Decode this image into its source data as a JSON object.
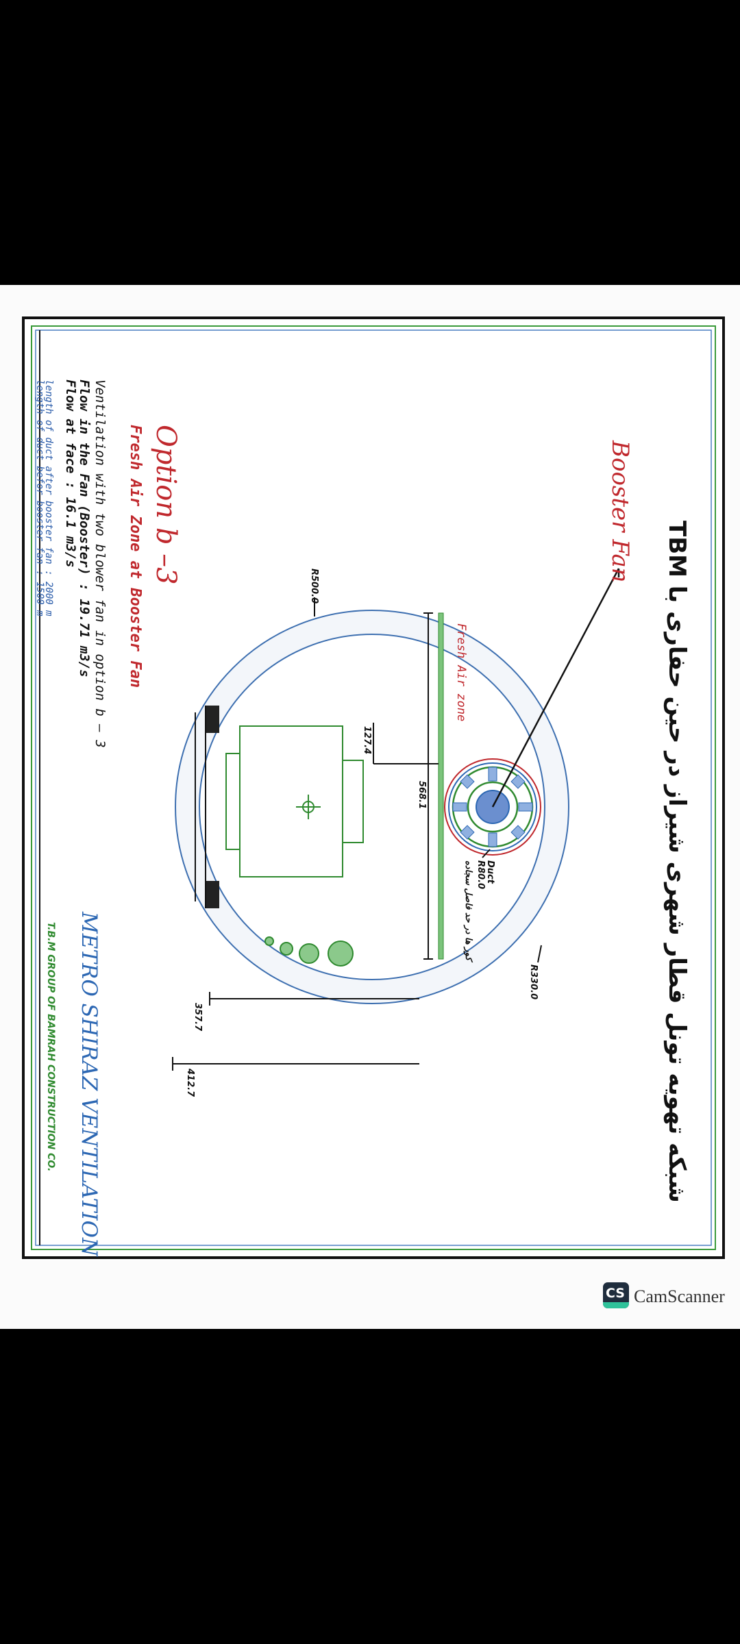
{
  "drawing": {
    "title": "شبکه تهویه تونل قطار شهری شیراز در حین حفاری با TBM",
    "booster_fan_label": "Booster Fan",
    "option_label": "Option  b –3",
    "subtitle": "Fresh Air Zone at Booster Fan",
    "notes": [
      "Ventilation with two blower fan  in option  b – 3",
      "Flow in the Fan (Booster) : 19.71  m3/s",
      "Flow at face : 16.1 m3/s"
    ],
    "duct_lengths": [
      "length of duct after booster fan : 2000 m",
      "length of duct befor booster fan : 1500 m"
    ],
    "project_name": "METRO SHIRAZ VENTILATION",
    "company": "T.B.M GROUP OF BAMRAH CONSTRUCTION CO.",
    "fresh_air_zone_label": "Fresh Air zone",
    "dimensions": {
      "d_568": "568.1",
      "d_127": "127.4",
      "d_357": "357.7",
      "d_412": "412.7"
    },
    "radius_labels": {
      "r500": "R500.0",
      "r330": "R330.0",
      "duct": "Duct",
      "r80": "R80.0",
      "duct_note": "کور ها در حد فاصل سجاده"
    }
  },
  "watermark": {
    "logo_text": "CS",
    "name": "CamScanner"
  },
  "colors": {
    "red": "#c0282d",
    "blue": "#2c67b3",
    "green": "#2f8a2f"
  }
}
